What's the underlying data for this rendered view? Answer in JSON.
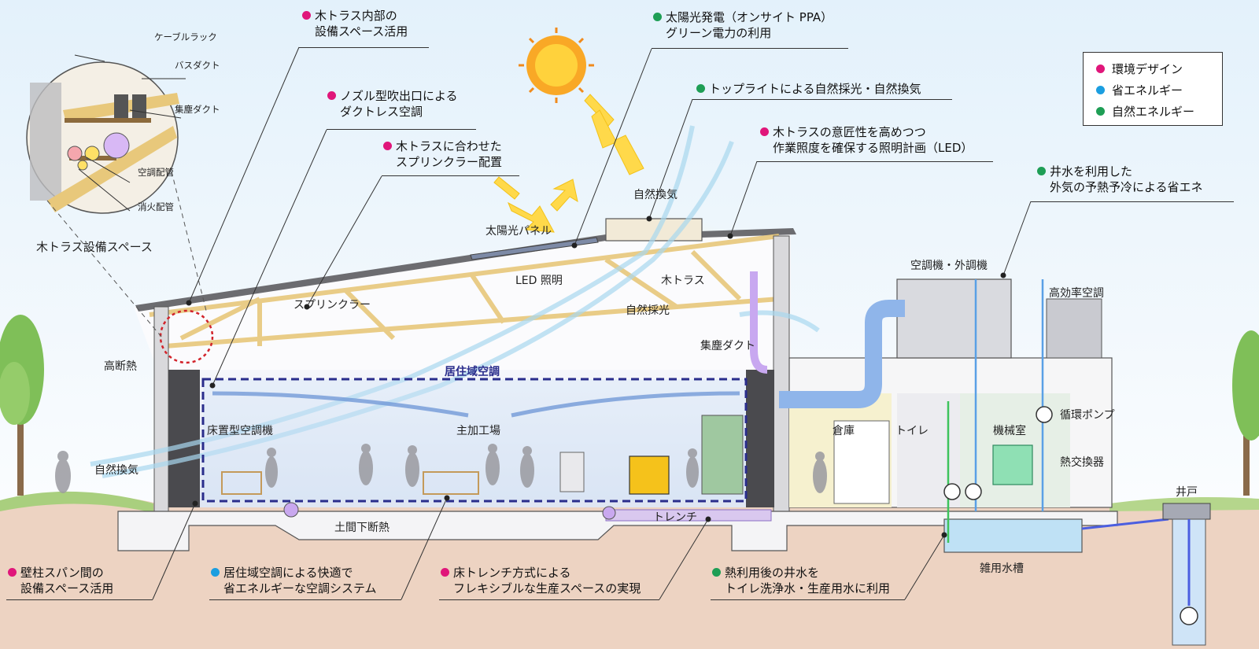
{
  "legend": {
    "items": [
      {
        "label": "環境デザイン",
        "color": "#e0167a"
      },
      {
        "label": "省エネルギー",
        "color": "#1b9ee0"
      },
      {
        "label": "自然エネルギー",
        "color": "#1e9e55"
      }
    ]
  },
  "colors": {
    "pink": "#e0167a",
    "blue": "#1b9ee0",
    "green": "#1e9e55",
    "navy": "#2a2d8c"
  },
  "callouts": {
    "truss_space": {
      "line1": "木トラス内部の",
      "line2": "設備スペース活用"
    },
    "nozzle": {
      "line1": "ノズル型吹出口による",
      "line2": "ダクトレス空調"
    },
    "sprinkler_truss": {
      "line1": "木トラスに合わせた",
      "line2": "スプリンクラー配置"
    },
    "solar": {
      "line1": "太陽光発電（オンサイト PPA）",
      "line2": "グリーン電力の利用"
    },
    "toplight": {
      "line1": "トップライトによる自然採光・自然換気"
    },
    "lighting": {
      "line1": "木トラスの意匠性を高めつつ",
      "line2": "作業照度を確保する照明計画（LED）"
    },
    "well": {
      "line1": "井水を利用した",
      "line2": "外気の予熱予冷による省エネ"
    },
    "wall": {
      "line1": "壁柱スパン間の",
      "line2": "設備スペース活用"
    },
    "zone_hvac": {
      "line1": "居住域空調による快適で",
      "line2": "省エネルギーな空調システム"
    },
    "trench_method": {
      "line1": "床トレンチ方式による",
      "line2": "フレキシブルな生産スペースの実現"
    },
    "reuse": {
      "line1": "熱利用後の井水を",
      "line2": "トイレ洗浄水・生産用水に利用"
    }
  },
  "zoom": {
    "cable_rack": "ケーブルラック",
    "bus_duct": "バスダクト",
    "dust_duct": "集塵ダクト",
    "ac_pipe": "空調配管",
    "fire_pipe": "消火配管",
    "title": "木トラス設備スペース"
  },
  "labels": {
    "high_insulation": "高断熱",
    "natural_vent_left": "自然換気",
    "sprinkler": "スプリンクラー",
    "solar_panel": "太陽光パネル",
    "led": "LED 照明",
    "truss": "木トラス",
    "natural_vent_top": "自然換気",
    "natural_light": "自然採光",
    "dust_duct": "集塵ダクト",
    "zone": "居住域空調",
    "floor_ac": "床置型空調機",
    "main_hall": "主加工場",
    "slab_insulation": "土間下断熱",
    "trench": "トレンチ",
    "ac_unit": "空調機・外調機",
    "high_eff_ac": "高効率空調",
    "warehouse": "倉庫",
    "toilet": "トイレ",
    "machine_room": "機械室",
    "circ_pump": "循環ポンプ",
    "heat_exchanger": "熱交換器",
    "well": "井戸",
    "tank": "雑用水槽"
  }
}
